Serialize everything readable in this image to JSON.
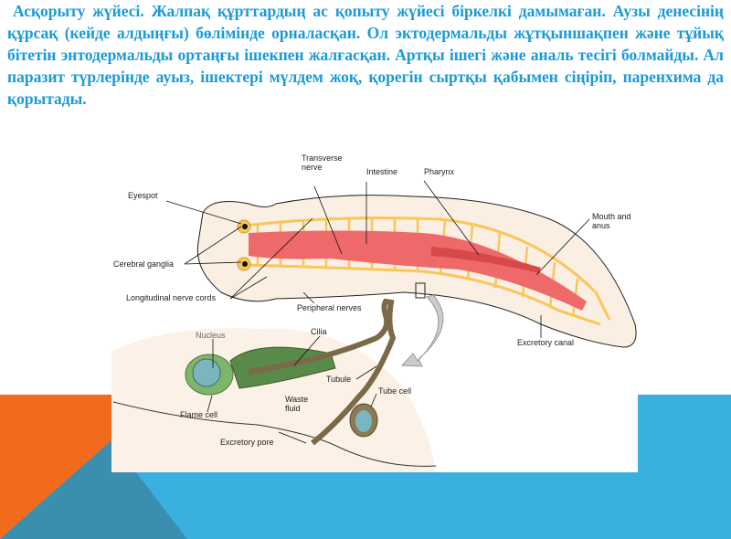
{
  "slide": {
    "paragraph": "Асқорыту жүйесі. Жалпақ құрттардың ас қопыту жүйесі біркелкі дамымаған. Аузы денесінің құрсақ (кейде алдыңғы) бөлімінде орналасқан. Ол эктодермальды жұтқыншақпен және тұйық бітетін энтодермальды ортаңғы ішекпен жалғасқан. Артқы ішегі және аналь тесігі болмайды. Ал паразит түрлерінде ауыз, ішектері мүлдем жоқ, қорегін сыртқы қабымен сіңіріп, паренхима да қорытады.",
    "colors": {
      "text": "#1a9ad6",
      "orange": "#f26b1d",
      "blue": "#3ab0de",
      "teal": "#3a8faf"
    }
  },
  "figure": {
    "labels": {
      "transverse_nerve_1": "Transverse",
      "transverse_nerve_2": "nerve",
      "intestine": "Intestine",
      "pharynx": "Pharynx",
      "eyespot": "Eyespot",
      "mouth_and_anus_1": "Mouth and",
      "mouth_and_anus_2": "anus",
      "cerebral_ganglia": "Cerebral ganglia",
      "longitudinal_nerve_cords": "Longitudinal nerve cords",
      "peripheral_nerves": "Peripheral nerves",
      "excretory_canal": "Excretory canal",
      "nucleus": "Nucleus",
      "cilia": "Cilia",
      "tubule": "Tubule",
      "tube_cell": "Tube cell",
      "waste_fluid_1": "Waste",
      "waste_fluid_2": "fluid",
      "flame_cell": "Flame cell",
      "excretory_pore": "Excretory pore"
    }
  }
}
